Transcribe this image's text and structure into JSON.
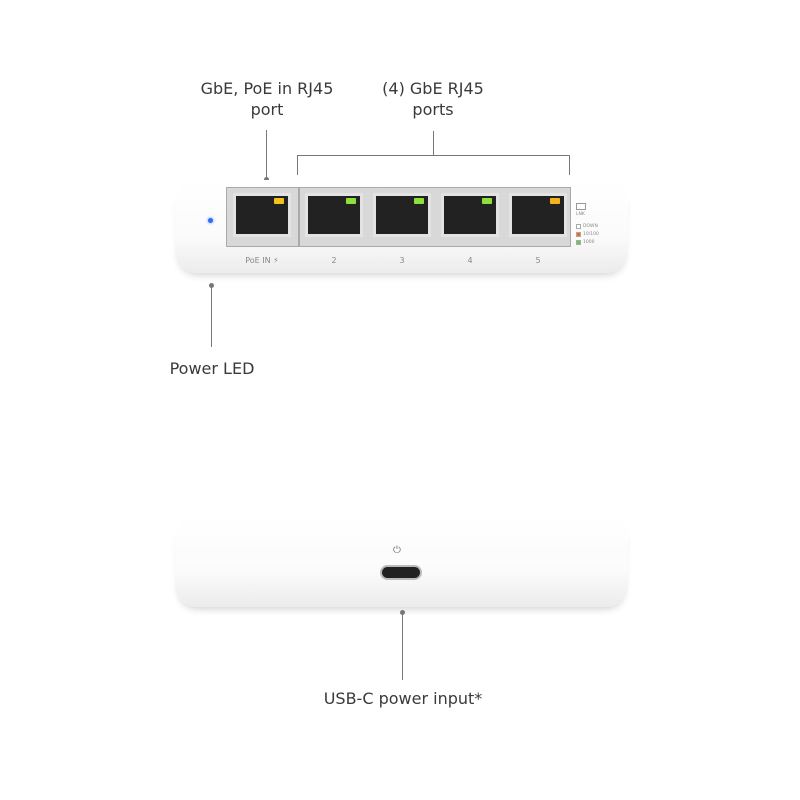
{
  "callouts": {
    "poe_in": [
      "GbE, PoE in RJ45",
      "port"
    ],
    "ports": [
      "(4) GbE RJ45",
      "ports"
    ],
    "power_led": "Power LED",
    "usb_c": "USB-C power input*"
  },
  "front_panel": {
    "ports": [
      {
        "label": "PoE IN ⚡",
        "led": "#f5c21b"
      },
      {
        "label": "2",
        "led": "#8ee03a"
      },
      {
        "label": "3",
        "led": "#8ee03a"
      },
      {
        "label": "4",
        "led": "#8ee03a"
      },
      {
        "label": "5",
        "led": "#f5b21b"
      }
    ],
    "legend": {
      "title": "LNK",
      "items": [
        {
          "label": "DOWN",
          "color": "#ffffff"
        },
        {
          "label": "10/100",
          "color": "#f06a10"
        },
        {
          "label": "1000",
          "color": "#6cc84a"
        }
      ]
    },
    "power_led_color": "#2f6cf0"
  },
  "back_panel": {
    "power_icon": "power-icon"
  }
}
